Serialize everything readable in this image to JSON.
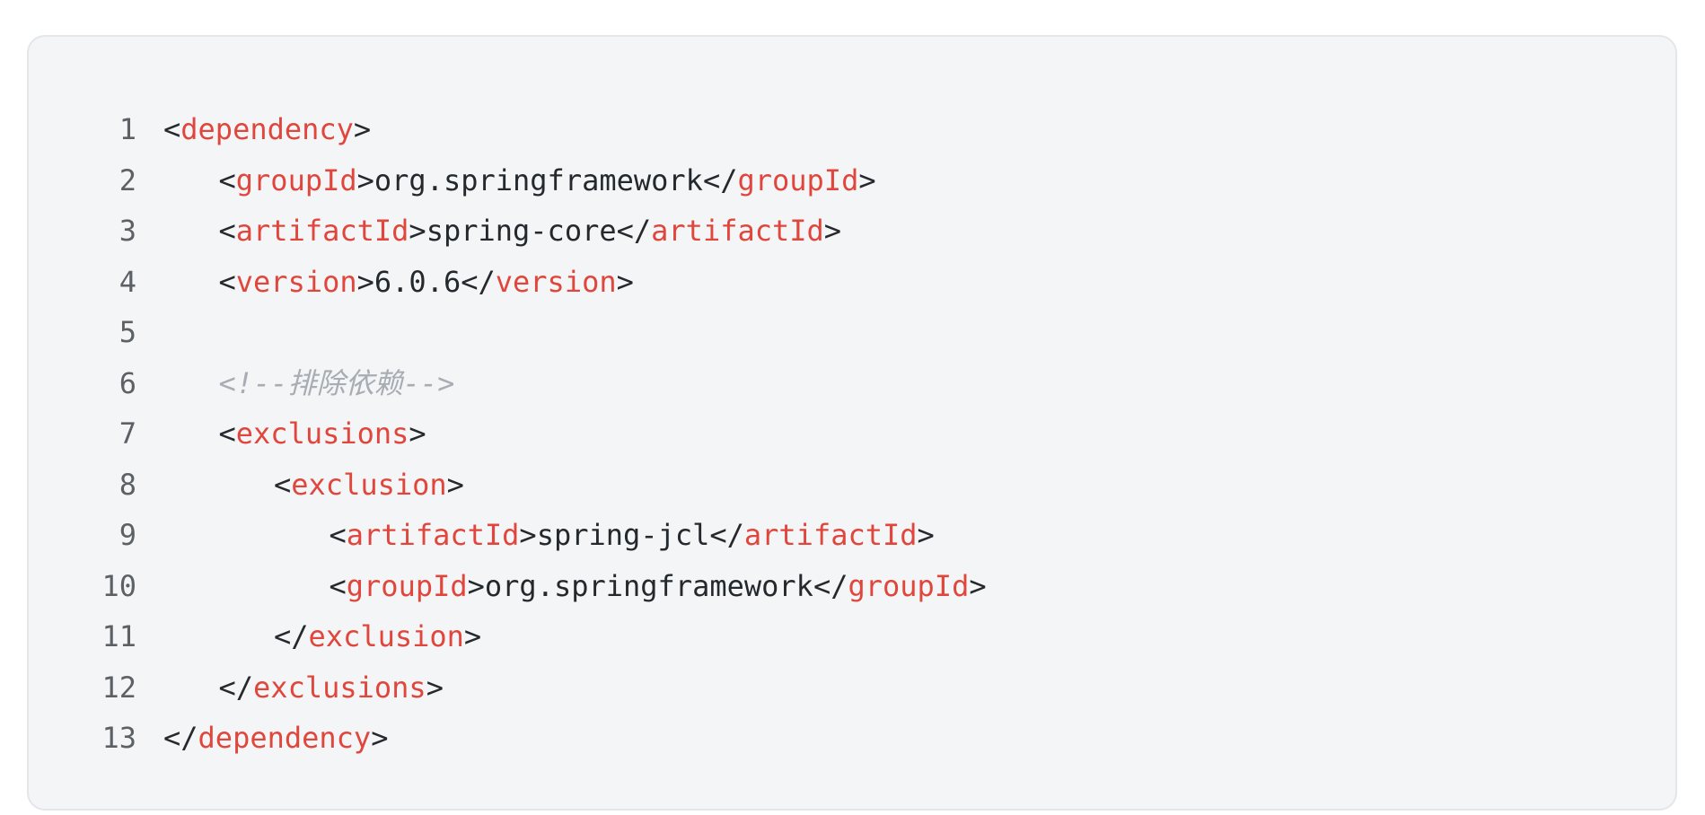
{
  "code_block": {
    "language": "xml",
    "colors": {
      "background": "#f4f5f7",
      "border": "#e4e6ea",
      "tag": "#e0463c",
      "text": "#24292e",
      "comment": "#a8adb3",
      "line_number": "#5c6166"
    },
    "lines": [
      {
        "n": "1",
        "indent": 0,
        "tokens": [
          {
            "t": "<",
            "k": "pun"
          },
          {
            "t": "dependency",
            "k": "tag"
          },
          {
            "t": ">",
            "k": "pun"
          }
        ]
      },
      {
        "n": "2",
        "indent": 1,
        "tokens": [
          {
            "t": "<",
            "k": "pun"
          },
          {
            "t": "groupId",
            "k": "tag"
          },
          {
            "t": ">",
            "k": "pun"
          },
          {
            "t": "org.springframework",
            "k": "txt"
          },
          {
            "t": "</",
            "k": "pun"
          },
          {
            "t": "groupId",
            "k": "tag"
          },
          {
            "t": ">",
            "k": "pun"
          }
        ]
      },
      {
        "n": "3",
        "indent": 1,
        "tokens": [
          {
            "t": "<",
            "k": "pun"
          },
          {
            "t": "artifactId",
            "k": "tag"
          },
          {
            "t": ">",
            "k": "pun"
          },
          {
            "t": "spring-core",
            "k": "txt"
          },
          {
            "t": "</",
            "k": "pun"
          },
          {
            "t": "artifactId",
            "k": "tag"
          },
          {
            "t": ">",
            "k": "pun"
          }
        ]
      },
      {
        "n": "4",
        "indent": 1,
        "tokens": [
          {
            "t": "<",
            "k": "pun"
          },
          {
            "t": "version",
            "k": "tag"
          },
          {
            "t": ">",
            "k": "pun"
          },
          {
            "t": "6.0.6",
            "k": "txt"
          },
          {
            "t": "</",
            "k": "pun"
          },
          {
            "t": "version",
            "k": "tag"
          },
          {
            "t": ">",
            "k": "pun"
          }
        ]
      },
      {
        "n": "5",
        "indent": 0,
        "tokens": []
      },
      {
        "n": "6",
        "indent": 1,
        "tokens": [
          {
            "t": "<!--排除依赖-->",
            "k": "cmt"
          }
        ]
      },
      {
        "n": "7",
        "indent": 1,
        "tokens": [
          {
            "t": "<",
            "k": "pun"
          },
          {
            "t": "exclusions",
            "k": "tag"
          },
          {
            "t": ">",
            "k": "pun"
          }
        ]
      },
      {
        "n": "8",
        "indent": 2,
        "tokens": [
          {
            "t": "<",
            "k": "pun"
          },
          {
            "t": "exclusion",
            "k": "tag"
          },
          {
            "t": ">",
            "k": "pun"
          }
        ]
      },
      {
        "n": "9",
        "indent": 3,
        "tokens": [
          {
            "t": "<",
            "k": "pun"
          },
          {
            "t": "artifactId",
            "k": "tag"
          },
          {
            "t": ">",
            "k": "pun"
          },
          {
            "t": "spring-jcl",
            "k": "txt"
          },
          {
            "t": "</",
            "k": "pun"
          },
          {
            "t": "artifactId",
            "k": "tag"
          },
          {
            "t": ">",
            "k": "pun"
          }
        ]
      },
      {
        "n": "10",
        "indent": 3,
        "tokens": [
          {
            "t": "<",
            "k": "pun"
          },
          {
            "t": "groupId",
            "k": "tag"
          },
          {
            "t": ">",
            "k": "pun"
          },
          {
            "t": "org.springframework",
            "k": "txt"
          },
          {
            "t": "</",
            "k": "pun"
          },
          {
            "t": "groupId",
            "k": "tag"
          },
          {
            "t": ">",
            "k": "pun"
          }
        ]
      },
      {
        "n": "11",
        "indent": 2,
        "tokens": [
          {
            "t": "</",
            "k": "pun"
          },
          {
            "t": "exclusion",
            "k": "tag"
          },
          {
            "t": ">",
            "k": "pun"
          }
        ]
      },
      {
        "n": "12",
        "indent": 1,
        "tokens": [
          {
            "t": "</",
            "k": "pun"
          },
          {
            "t": "exclusions",
            "k": "tag"
          },
          {
            "t": ">",
            "k": "pun"
          }
        ]
      },
      {
        "n": "13",
        "indent": 0,
        "tokens": [
          {
            "t": "</",
            "k": "pun"
          },
          {
            "t": "dependency",
            "k": "tag"
          },
          {
            "t": ">",
            "k": "pun"
          }
        ]
      }
    ]
  }
}
